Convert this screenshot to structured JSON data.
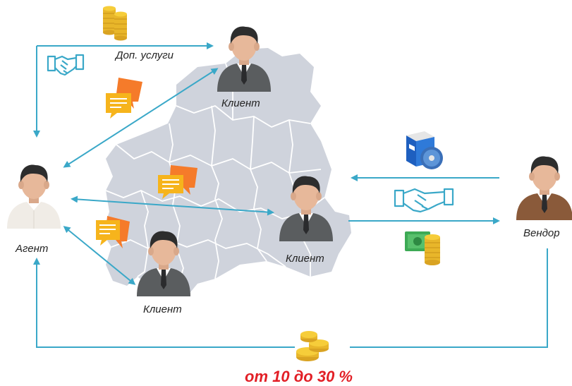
{
  "labels": {
    "agent": "Агент",
    "vendor": "Вендор",
    "client_top": "Клиент",
    "client_middle": "Клиент",
    "client_bottom": "Клиент",
    "extra_services": "Доп. услуги"
  },
  "commission": "от 10 до 30 %",
  "colors": {
    "arrow": "#3aa8c8",
    "map": "#cfd3dc",
    "percent": "#e21f26",
    "chat_orange": "#f57b2a",
    "chat_yellow": "#f6b41c",
    "coins": "#f2c12e",
    "cash": "#3daa55"
  },
  "icons": [
    "coins-icon",
    "handshake-icon",
    "chat-bubbles-icon",
    "software-box-icon",
    "cash-icon",
    "gold-coins-icon"
  ]
}
